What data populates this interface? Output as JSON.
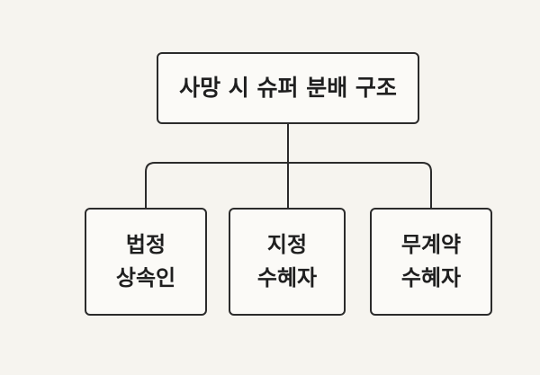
{
  "diagram": {
    "root": {
      "label": "사망 시 슈퍼 분배 구조"
    },
    "children": [
      {
        "id": "legal",
        "label": "법정\n상속인"
      },
      {
        "id": "designated",
        "label": "지정\n수혜자"
      },
      {
        "id": "noncontract",
        "label": "무계약\n수혜자"
      }
    ]
  }
}
